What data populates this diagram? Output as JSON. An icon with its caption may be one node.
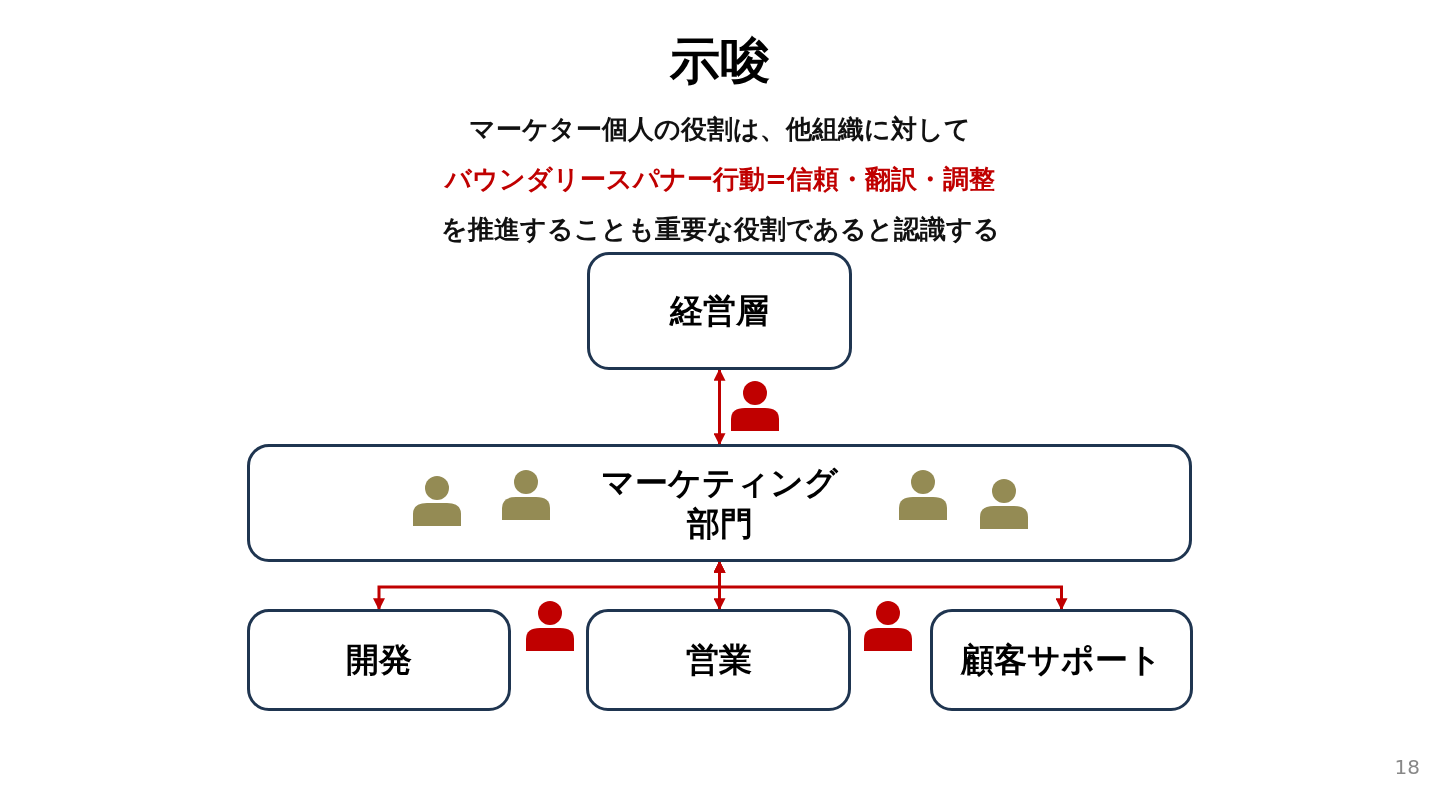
{
  "diagram": {
    "title": "示唆",
    "nodes": [
      {
        "text": [
          "経営層"
        ]
      },
      {
        "text": [
          "マーケティング部門"
        ]
      },
      {
        "text": [
          "開発"
        ]
      },
      {
        "text": [
          "営業"
        ]
      },
      {
        "text": [
          "顧客サポート"
        ]
      }
    ],
    "edges": [
      {
        "from": 0,
        "to": 1,
        "arrow": "both"
      },
      {
        "from": 1,
        "to": 2,
        "arrow": "both"
      },
      {
        "from": 1,
        "to": 3,
        "arrow": "both"
      },
      {
        "from": 1,
        "to": 4,
        "arrow": "both"
      }
    ],
    "labels": [
      "マーケター個人の役割は、他組織に対して",
      "バウンダリースパナー行動=信頼・翻訳・調整",
      "を推進することも重要な役割であると認識する",
      "18"
    ]
  }
}
